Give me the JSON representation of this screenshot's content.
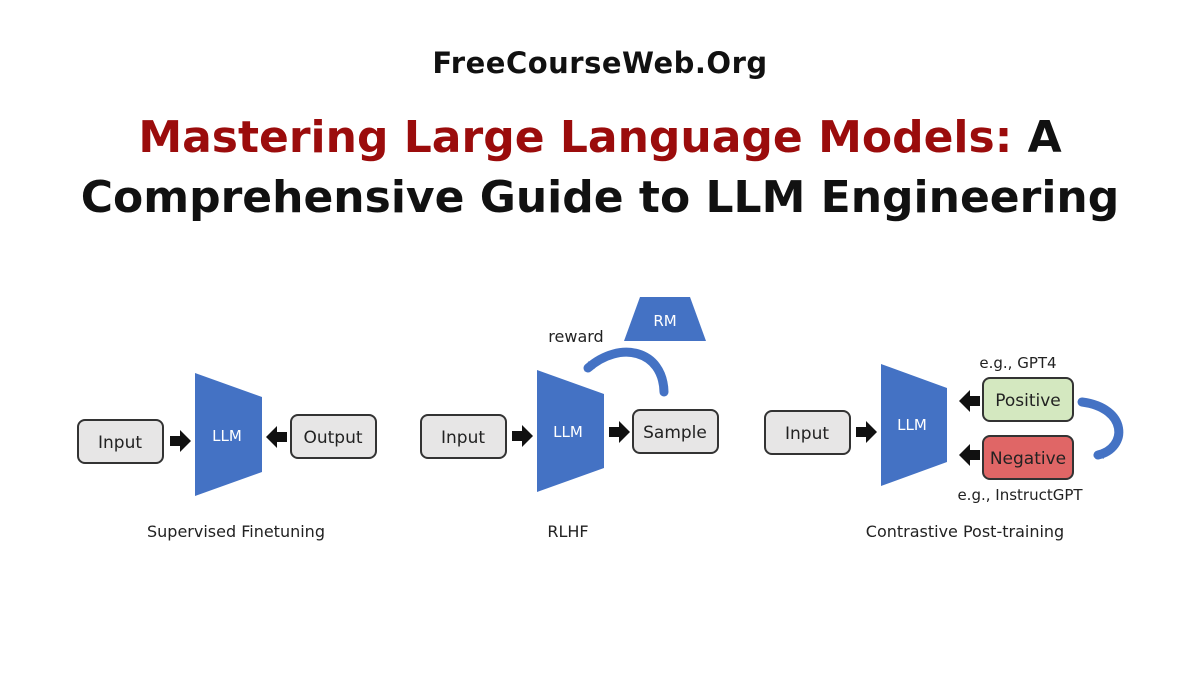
{
  "header": {
    "site": "FreeCourseWeb.Org",
    "title_highlight": "Mastering Large Language Models:",
    "title_line1_rest": " A",
    "title_line2": "Comprehensive Guide to LLM Engineering"
  },
  "diagram": {
    "sft": {
      "input": "Input",
      "llm": "LLM",
      "output": "Output",
      "caption": "Supervised Finetuning"
    },
    "rlhf": {
      "input": "Input",
      "llm": "LLM",
      "sample": "Sample",
      "rm": "RM",
      "reward": "reward",
      "caption": "RLHF"
    },
    "contrastive": {
      "input": "Input",
      "llm": "LLM",
      "positive": "Positive",
      "negative": "Negative",
      "positive_note": "e.g., GPT4",
      "negative_note": "e.g., InstructGPT",
      "caption": "Contrastive Post-training"
    },
    "colors": {
      "llm_blue": "#4472c4",
      "box_fill": "#e7e6e6",
      "positive_fill": "#d4e8c0",
      "negative_fill": "#e06666"
    }
  }
}
